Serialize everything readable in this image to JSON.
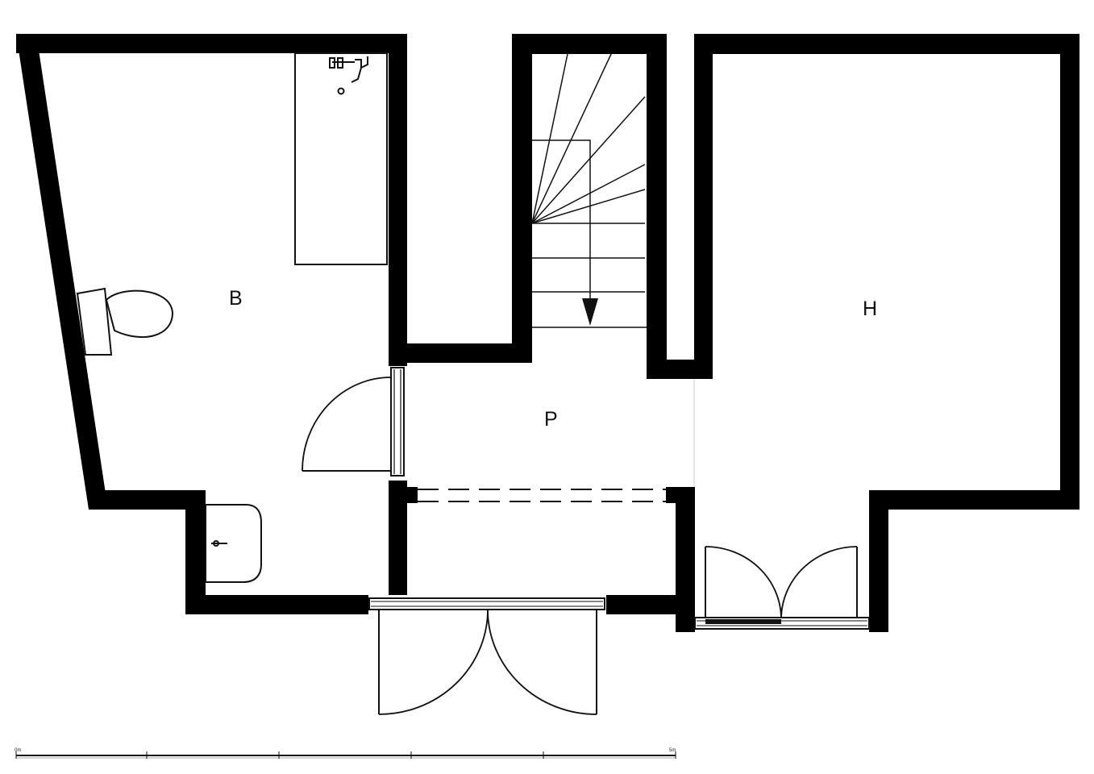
{
  "rooms": {
    "bathroom": "B",
    "passage": "P",
    "hall": "H"
  },
  "scale_bar": {
    "start_label": "0m",
    "end_label": "5m"
  },
  "colors": {
    "wall": "#000000",
    "line": "#111111",
    "background": "#ffffff"
  }
}
